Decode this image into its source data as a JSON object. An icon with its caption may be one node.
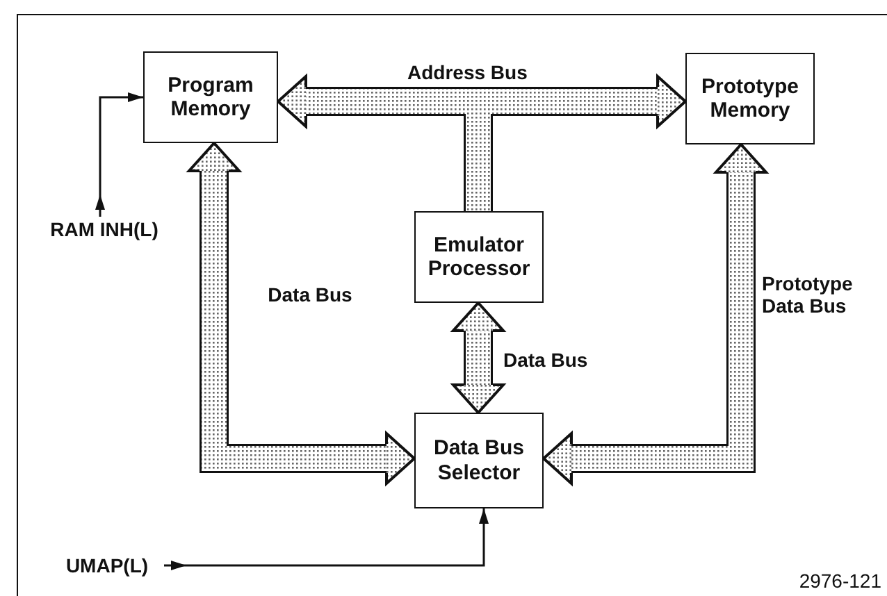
{
  "diagram": {
    "nodes": [
      {
        "text": [
          "Program Memory"
        ]
      },
      {
        "text": [
          "Prototype Memory"
        ]
      },
      {
        "text": [
          "Emulator Processor"
        ]
      },
      {
        "text": [
          "Data Bus Selector"
        ]
      },
      {
        "text": [
          "RAM INH(L)"
        ]
      },
      {
        "text": [
          "UMAP(L)"
        ]
      }
    ],
    "edges": [
      {
        "from": 2,
        "to": 0,
        "arrow": "to"
      },
      {
        "from": 2,
        "to": 1,
        "arrow": "to",
        "label": "Address Bus"
      },
      {
        "from": 0,
        "to": 3,
        "arrow": "both",
        "label": "Data Bus"
      },
      {
        "from": 2,
        "to": 3,
        "arrow": "both",
        "label": "Data Bus"
      },
      {
        "from": 1,
        "to": 3,
        "arrow": "both",
        "label": "Prototype Data Bus"
      },
      {
        "from": 4,
        "to": 0,
        "arrow": "to"
      },
      {
        "from": 5,
        "to": 3,
        "arrow": "to"
      }
    ],
    "labels": [
      "2976-121"
    ]
  }
}
